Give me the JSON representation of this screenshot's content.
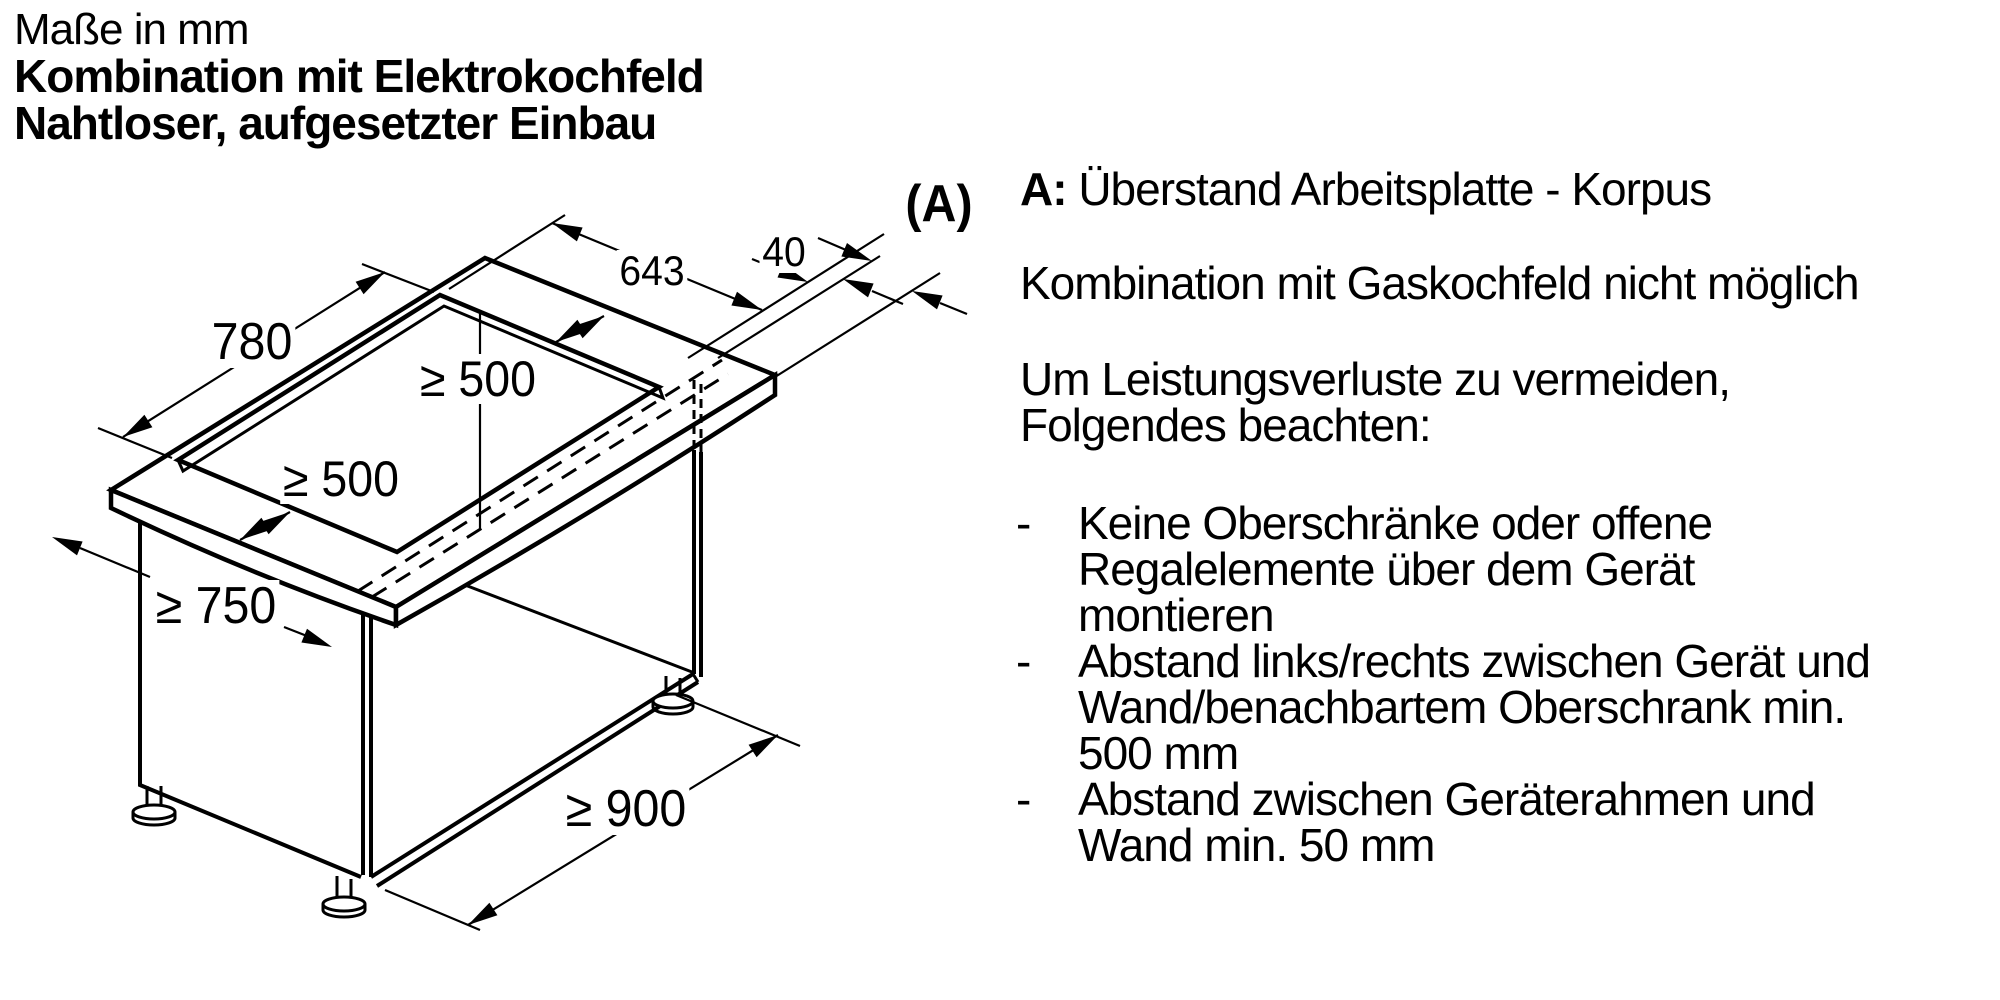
{
  "heading": {
    "line1": "Maße in mm",
    "line2": "Kombination mit Elektrokochfeld",
    "line3": "Nahtloser, aufgesetzter Einbau"
  },
  "drawing": {
    "dim_780": "780",
    "dim_643": "643",
    "dim_40": "40",
    "dim_a": "(A)",
    "dim_min500_top": "≥ 500",
    "dim_min500_left": "≥ 500",
    "dim_min750": "≥ 750",
    "dim_min900": "≥ 900"
  },
  "notes": {
    "legend_a_label": "A:",
    "legend_a_text": " Überstand Arbeitsplatte - Korpus",
    "gas_note": "Kombination mit Gaskochfeld nicht möglich",
    "intro_line1": "Um Leistungsverluste zu vermeiden,",
    "intro_line2": "Folgendes beachten:",
    "bullets": [
      {
        "marker": "-",
        "lines": [
          "Keine Oberschränke oder offene",
          "Regalelemente über dem Gerät",
          "montieren"
        ]
      },
      {
        "marker": "-",
        "lines": [
          "Abstand links/rechts zwischen Gerät und",
          "Wand/benachbartem Oberschrank min.",
          "500 mm"
        ]
      },
      {
        "marker": "-",
        "lines": [
          "Abstand zwischen Geräterahmen und",
          "Wand min. 50 mm"
        ]
      }
    ]
  }
}
